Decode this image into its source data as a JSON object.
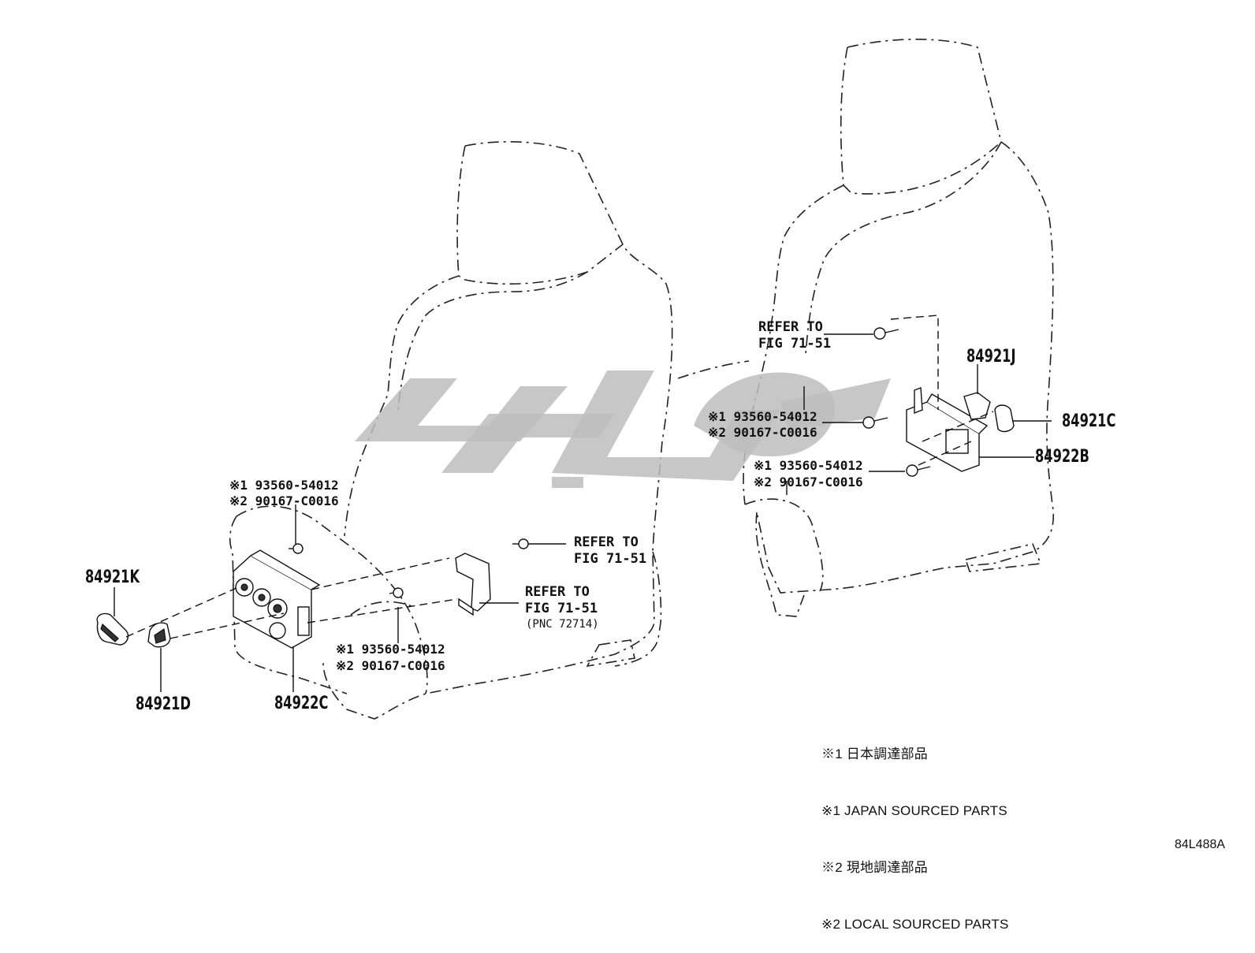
{
  "labels": {
    "p84921K": "84921K",
    "p84921D": "84921D",
    "p84922C": "84922C",
    "p84921J": "84921J",
    "p84921C": "84921C",
    "p84922B": "84922B",
    "note_left_top_1": "※1 93560-54012",
    "note_left_top_2": "※2 90167-C0016",
    "note_left_bot_1": "※1 93560-54012",
    "note_left_bot_2": "※2 90167-C0016",
    "note_right_a_1": "※1 93560-54012",
    "note_right_a_2": "※2 90167-C0016",
    "note_right_b_1": "※1 93560-54012",
    "note_right_b_2": "※2 90167-C0016",
    "ref_left_a": "REFER TO\nFIG 71-51",
    "ref_left_b": "REFER TO\nFIG 71-51",
    "pnc_left_b": "(PNC 72714)",
    "ref_right": "REFER TO\nFIG 71-51"
  },
  "legend": [
    "※1 日本調達部品",
    "※1 JAPAN SOURCED PARTS",
    "※2 現地調達部品",
    "※2 LOCAL SOURCED PARTS"
  ],
  "figure_code": "84L488A"
}
